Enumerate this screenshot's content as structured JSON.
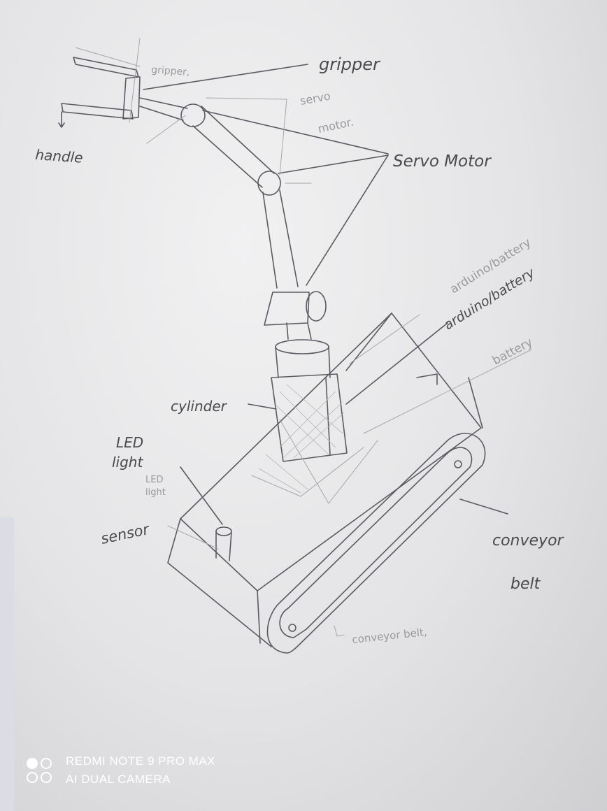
{
  "labels": {
    "gripper_small": "gripper,",
    "gripper": "gripper",
    "servo_faint": "servo",
    "motor_faint": "motor.",
    "handle": "handle",
    "servo_motor": "Servo Motor",
    "arduino_battery": "arduino/battery",
    "arduino_faint": "arduino/battery",
    "battery": "battery",
    "cylinder": "cylinder",
    "led": "LED",
    "light": "light",
    "led_faint": "LED",
    "light_faint": "light",
    "sensor": "sensor",
    "conveyor": "conveyor",
    "belt": "belt",
    "conveyor_belt": "conveyor belt,"
  },
  "watermark": {
    "line1": "REDMI NOTE 9 PRO MAX",
    "line2": "AI DUAL CAMERA"
  },
  "colors": {
    "pencil": "#5a5a60",
    "pencil_light": "#a6a6ab",
    "paper": "#ececee"
  }
}
